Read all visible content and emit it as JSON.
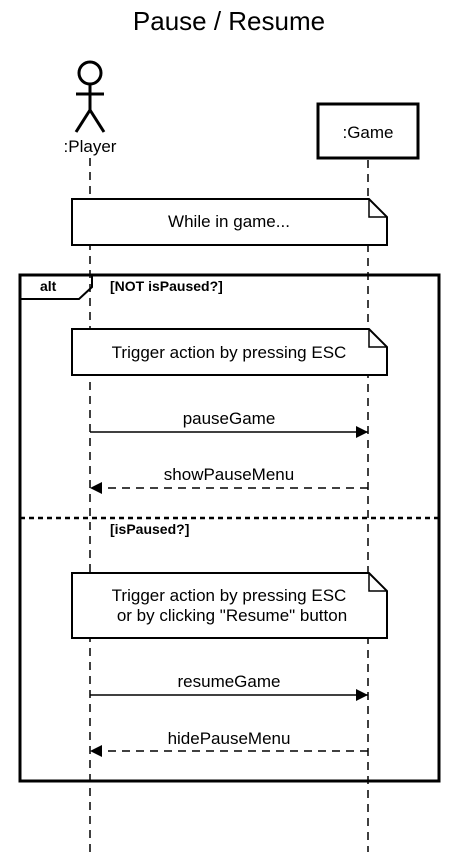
{
  "title": "Pause / Resume",
  "participants": {
    "player": ":Player",
    "game": ":Game"
  },
  "notes": {
    "while_in_game": "While in game...",
    "trigger_esc": "Trigger action by pressing ESC",
    "trigger_resume_line1": "Trigger action by pressing ESC",
    "trigger_resume_line2": "or by clicking \"Resume\" button"
  },
  "fragment": {
    "operator": "alt",
    "guard_1": "[NOT isPaused?]",
    "guard_2": "[isPaused?]"
  },
  "messages": {
    "pause_game": "pauseGame",
    "show_pause_menu": "showPauseMenu",
    "resume_game": "resumeGame",
    "hide_pause_menu": "hidePauseMenu"
  }
}
